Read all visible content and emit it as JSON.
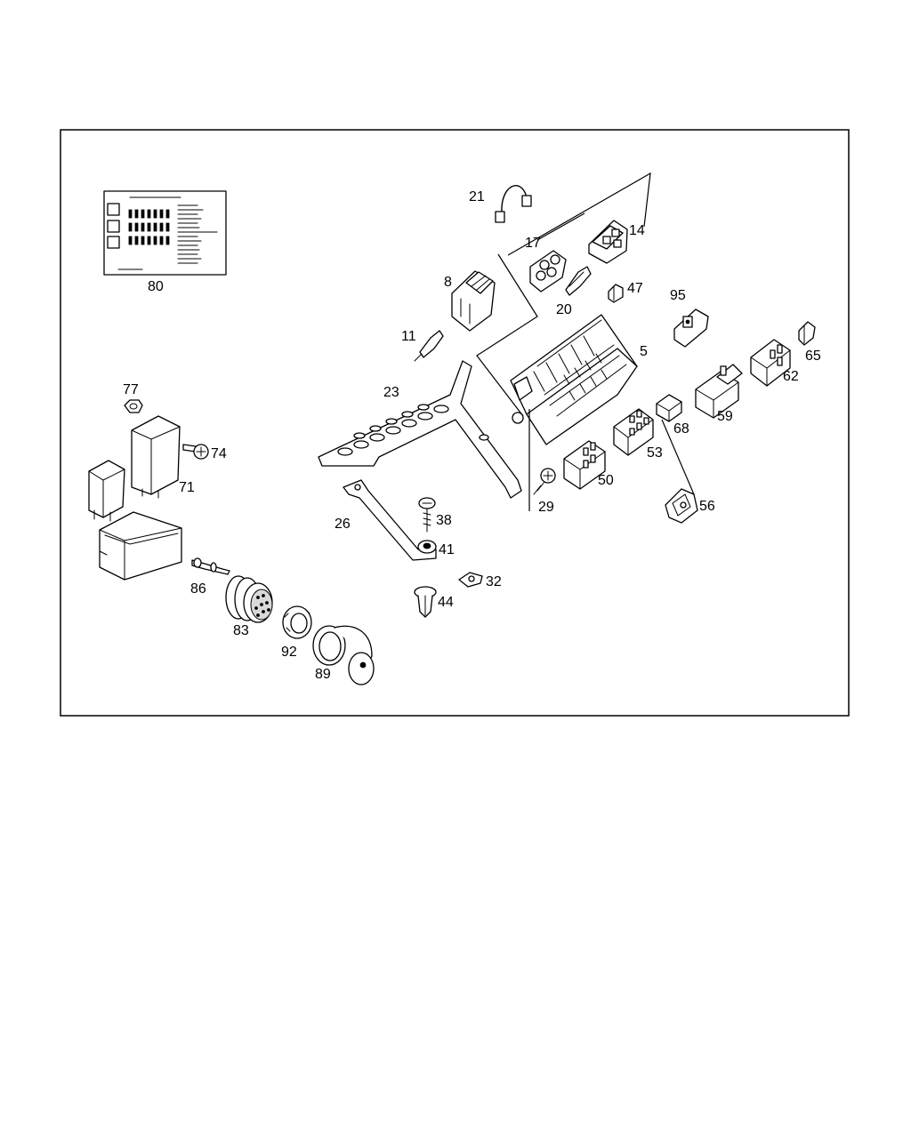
{
  "diagram": {
    "callouts": {
      "p5": "5",
      "p8": "8",
      "p11": "11",
      "p14": "14",
      "p17": "17",
      "p20": "20",
      "p21": "21",
      "p23": "23",
      "p26": "26",
      "p29": "29",
      "p32": "32",
      "p38": "38",
      "p41": "41",
      "p44": "44",
      "p47": "47",
      "p50": "50",
      "p53": "53",
      "p56": "56",
      "p59": "59",
      "p62": "62",
      "p65": "65",
      "p68": "68",
      "p71": "71",
      "p74": "74",
      "p77": "77",
      "p80": "80",
      "p83": "83",
      "p86": "86",
      "p89": "89",
      "p92": "92",
      "p95": "95"
    }
  }
}
